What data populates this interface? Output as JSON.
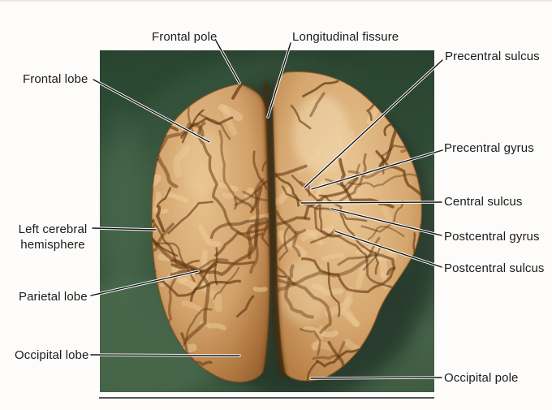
{
  "figure": {
    "photo": {
      "description": "Superior (top) view photograph of a human brain lying on dark green cloth",
      "colors": {
        "cloth_green": "#3b573f",
        "cloth_green_dark": "#24402c",
        "cloth_green_light": "#567757",
        "brain_tan": "#d5a46e",
        "brain_highlight": "#ecc997",
        "brain_shadow": "#9c652f",
        "sulcus_brown": "#6f4018"
      }
    },
    "labels": {
      "frontal_pole": "Frontal pole",
      "longitudinal_fissure": "Longitudinal fissure",
      "frontal_lobe": "Frontal lobe",
      "precentral_sulcus": "Precentral sulcus",
      "precentral_gyrus": "Precentral gyrus",
      "central_sulcus": "Central sulcus",
      "postcentral_gyrus": "Postcentral gyrus",
      "postcentral_sulcus": "Postcentral sulcus",
      "left_cerebral_hemisphere": {
        "line1": "Left cerebral",
        "line2": "hemisphere"
      },
      "parietal_lobe": "Parietal lobe",
      "occipital_lobe": "Occipital lobe",
      "occipital_pole": "Occipital pole"
    },
    "style": {
      "label_text_color": "#1c1c1c",
      "leader_line_color": "#141414",
      "leader_casing_color": "#ffffff",
      "background_color": "#fdfcfb"
    }
  }
}
